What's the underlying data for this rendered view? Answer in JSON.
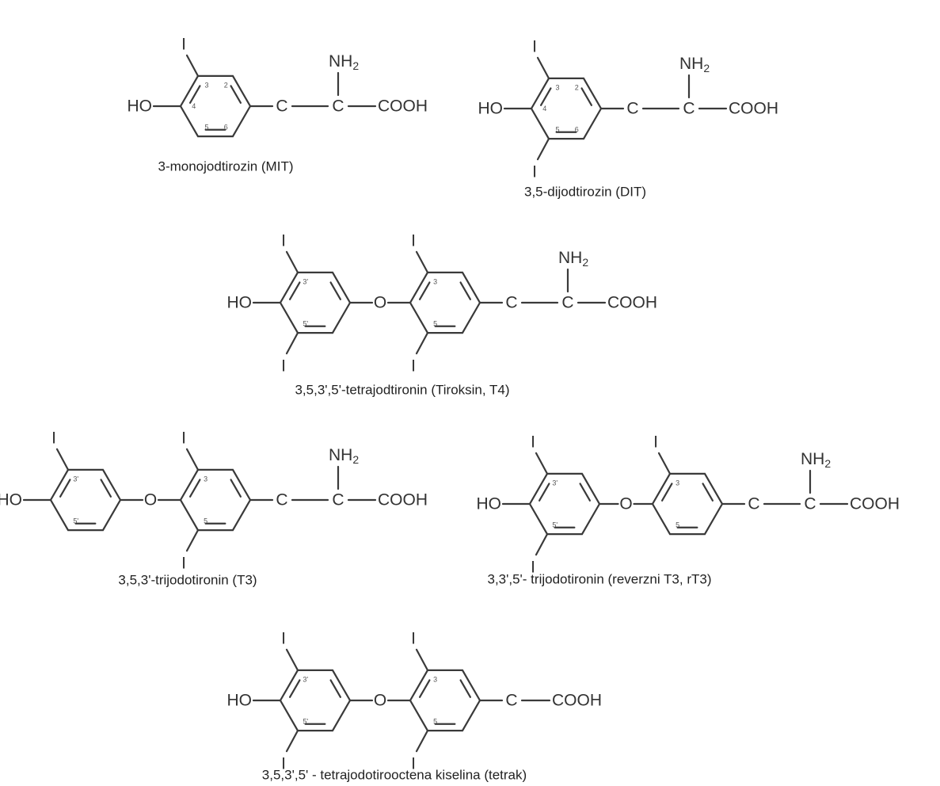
{
  "diagram": {
    "structures": [
      {
        "id": "mit",
        "caption": "3-monojodtirozin (MIT)"
      },
      {
        "id": "dit",
        "caption": "3,5-dijodtirozin (DIT)"
      },
      {
        "id": "t4",
        "caption": "3,5,3',5'-tetrajodtironin (Tiroksin, T4)"
      },
      {
        "id": "t3",
        "caption": "3,5,3'-trijodotironin (T3)"
      },
      {
        "id": "rt3",
        "caption": "3,3',5'- trijodotironin (reverzni T3, rT3)"
      },
      {
        "id": "tetrac",
        "caption": "3,5,3',5' - tetrajodotirooctena kiselina (tetrak)"
      }
    ],
    "labels": {
      "iodine": "I",
      "hydroxyl": "HO",
      "oxygen": "O",
      "carbon": "C",
      "amino": "NH",
      "amino_sub": "2",
      "carboxyl": "COOH"
    },
    "ring_numbers": {
      "pos2": "2",
      "pos3": "3",
      "pos4": "4",
      "pos5": "5",
      "pos6": "6",
      "pos3p": "3'",
      "pos5p": "5'"
    }
  }
}
